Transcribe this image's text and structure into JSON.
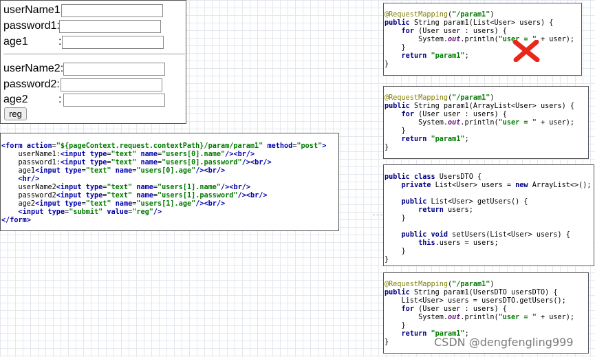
{
  "form": {
    "rows": [
      {
        "label": "userName1:"
      },
      {
        "label": "password1:"
      },
      {
        "label": "age1          :"
      },
      {
        "label": "userName2:"
      },
      {
        "label": "password2:"
      },
      {
        "label": "age2          :"
      }
    ],
    "submit_label": "reg"
  },
  "code_html": [
    "<form action=\"${pageContext.request.contextPath}/param/param1\" method=\"post\">",
    "    userName1:<input type=\"text\" name=\"users[0].name\"/><br/>",
    "    password1:<input type=\"text\" name=\"users[0].password\"/><br/>",
    "    age1<input type=\"text\" name=\"users[0].age\"/><br/>",
    "    <hr/>",
    "    userName2<input type=\"text\" name=\"users[1].name\"/><br/>",
    "    password2<input type=\"text\" name=\"users[1].password\"/><br/>",
    "    age2<input type=\"text\" name=\"users[1].age\"/><br/>",
    "    <input type=\"submit\" value=\"reg\"/>",
    "</form>"
  ],
  "code_list": [
    "@RequestMapping(\"/param1\")",
    "public String param1(List<User> users) {",
    "    for (User user : users) {",
    "        System.out.println(\"user = \" + user);",
    "    }",
    "    return \"param1\";",
    "}"
  ],
  "code_arraylist": [
    "@RequestMapping(\"/param1\")",
    "public String param1(ArrayList<User> users) {",
    "    for (User user : users) {",
    "        System.out.println(\"user = \" + user);",
    "    }",
    "    return \"param1\";",
    "}"
  ],
  "code_dto_class": [
    "public class UsersDTO {",
    "    private List<User> users = new ArrayList<>();",
    "",
    "    public List<User> getUsers() {",
    "        return users;",
    "    }",
    "",
    "    public void setUsers(List<User> users) {",
    "        this.users = users;",
    "    }",
    "}"
  ],
  "code_dto_param": [
    "@RequestMapping(\"/param1\")",
    "public String param1(UsersDTO usersDTO) {",
    "    List<User> users = usersDTO.getUsers();",
    "    for (User user : users) {",
    "        System.out.println(\"user = \" + user);",
    "    }",
    "    return \"param1\";",
    "}"
  ],
  "watermark": "CSDN @dengfengling999",
  "colors": {
    "cross": "#e8281b"
  }
}
